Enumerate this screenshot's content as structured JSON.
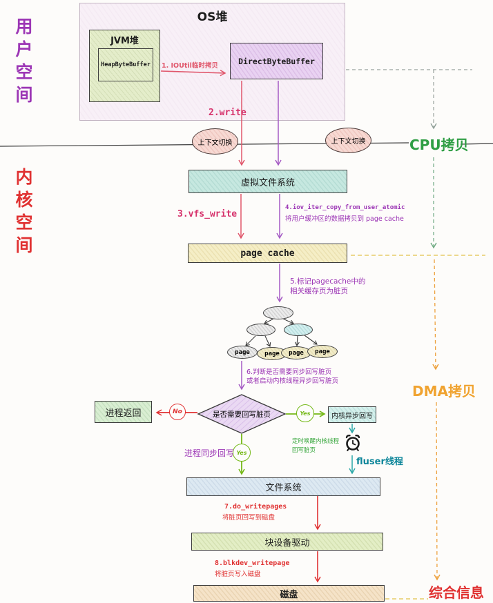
{
  "side": {
    "user_space": "用户空间",
    "kernel_space": "内核空间"
  },
  "rails": {
    "cpu_copy": "CPU拷贝",
    "dma_copy": "DMA拷贝",
    "summary": "综合信息"
  },
  "user_space": {
    "os_heap": "OS堆",
    "jvm_heap": "JVM堆",
    "heap_byte_buffer": "HeapByteBuffer",
    "direct_byte_buffer": "DirectByteBuffer",
    "step1": "1. IOUtil临时拷贝",
    "step2": "2.write"
  },
  "context_switch_left": "上下文切换",
  "context_switch_right": "上下文切换",
  "kernel": {
    "vfs": "虚拟文件系统",
    "step3": "3.vfs_write",
    "step4_line1": "4.iov_iter_copy_from_user_atomic",
    "step4_line2": "将用户缓冲区的数据拷贝到 page cache",
    "page_cache": "page cache",
    "step5_line1": "5.标记pagecache中的",
    "step5_line2": "相关缓存页为脏页",
    "pages": [
      "page",
      "page",
      "page",
      "page"
    ],
    "step6_line1": "6.判断是否需要同步回写脏页",
    "step6_line2": "或者启动内核线程异步回写脏页",
    "decision": "是否需要回写脏页",
    "no": "No",
    "yes_right": "Yes",
    "yes_down": "Yes",
    "process_return": "进程返回",
    "sync_writeback": "进程同步回写",
    "kernel_async": "内核异步回写",
    "timer_line1": "定时唤醒内核线程",
    "timer_line2": "回写脏页",
    "fluser": "fluser线程",
    "filesystem": "文件系统",
    "step7_line1": "7.do_writepages",
    "step7_line2": "将脏页回写到磁盘",
    "block_device": "块设备驱动",
    "step8_line1": "8.blkdev_writepage",
    "step8_line2": "将脏页写入磁盘",
    "disk": "磁盘"
  },
  "colors": {
    "user_space_label": "#9c36b5",
    "kernel_space_label": "#e03131",
    "cpu_copy": "#2f9e44",
    "dma_copy": "#f0a330",
    "summary": "#e03131",
    "step_red": "#d6336c",
    "step_purple": "#9c36b5",
    "yes_green": "#74b816",
    "teal": "#0c8599",
    "os_heap_fill": "#f8f0f7",
    "jvm_heap_fill": "#e4edca",
    "direct_buffer_fill": "#e9d2f2",
    "vfs_fill": "#c6e8e0",
    "page_cache_fill": "#f5eec6",
    "filesystem_fill": "#dde9f2",
    "block_device_fill": "#e3eec5",
    "disk_fill": "#f5e3c8"
  }
}
